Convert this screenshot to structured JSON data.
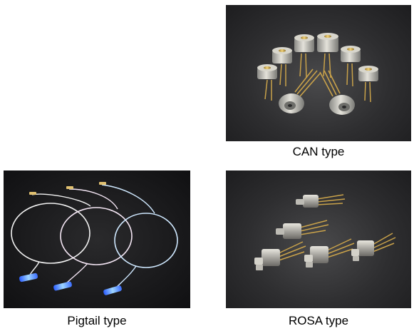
{
  "figures": [
    {
      "caption": "CAN type"
    },
    {
      "caption": "Pigtail type"
    },
    {
      "caption": "ROSA type"
    }
  ],
  "colors": {
    "background": "#ffffff",
    "photo_background": "#2e2e30",
    "gold_pins": "#c9a24a",
    "metal_can": "#b8b8b4",
    "fiber_blue": "#4aa8ff"
  }
}
